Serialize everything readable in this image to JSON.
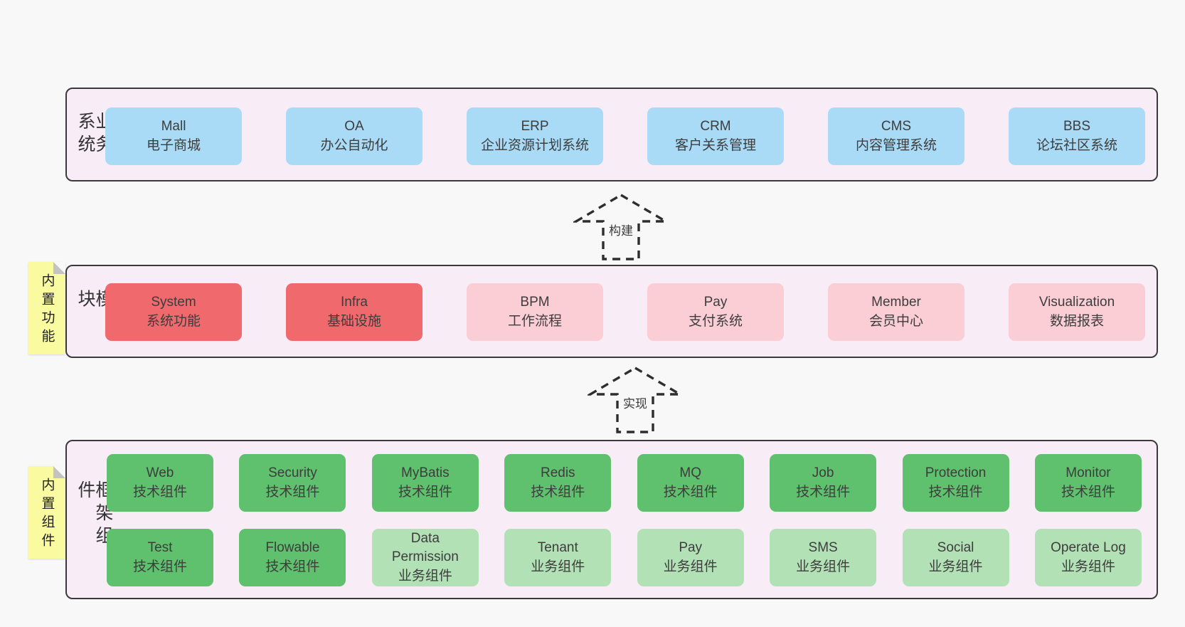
{
  "colors": {
    "page_bg": "#f8f8f8",
    "panel_bg": "#f8edf7",
    "panel_border": "#3a3a3a",
    "blue": "#a9dbf7",
    "red": "#ef696d",
    "pink": "#fbced5",
    "green_dark": "#5fc06d",
    "green_light": "#b3e1b6",
    "sticky_yellow": "#fafaa0",
    "text": "#3d3d3d"
  },
  "arrows": [
    {
      "label": "构建"
    },
    {
      "label": "实现"
    }
  ],
  "sections": [
    {
      "title": "业务系统",
      "sticky": null,
      "rows": [
        [
          {
            "name": "Mall",
            "desc": "电子商城",
            "color": "blue"
          },
          {
            "name": "OA",
            "desc": "办公自动化",
            "color": "blue"
          },
          {
            "name": "ERP",
            "desc": "企业资源计划系统",
            "color": "blue"
          },
          {
            "name": "CRM",
            "desc": "客户关系管理",
            "color": "blue"
          },
          {
            "name": "CMS",
            "desc": "内容管理系统",
            "color": "blue"
          },
          {
            "name": "BBS",
            "desc": "论坛社区系统",
            "color": "blue"
          }
        ]
      ]
    },
    {
      "title": "通用模块",
      "sticky": "内置功能",
      "rows": [
        [
          {
            "name": "System",
            "desc": "系统功能",
            "color": "red"
          },
          {
            "name": "Infra",
            "desc": "基础设施",
            "color": "red"
          },
          {
            "name": "BPM",
            "desc": "工作流程",
            "color": "pink"
          },
          {
            "name": "Pay",
            "desc": "支付系统",
            "color": "pink"
          },
          {
            "name": "Member",
            "desc": "会员中心",
            "color": "pink"
          },
          {
            "name": "Visualization",
            "desc": "数据报表",
            "color": "pink"
          }
        ]
      ]
    },
    {
      "title": "框架组件",
      "sticky": "内置组件",
      "rows": [
        [
          {
            "name": "Web",
            "desc": "技术组件",
            "color": "green_dark"
          },
          {
            "name": "Security",
            "desc": "技术组件",
            "color": "green_dark"
          },
          {
            "name": "MyBatis",
            "desc": "技术组件",
            "color": "green_dark"
          },
          {
            "name": "Redis",
            "desc": "技术组件",
            "color": "green_dark"
          },
          {
            "name": "MQ",
            "desc": "技术组件",
            "color": "green_dark"
          },
          {
            "name": "Job",
            "desc": "技术组件",
            "color": "green_dark"
          },
          {
            "name": "Protection",
            "desc": "技术组件",
            "color": "green_dark"
          },
          {
            "name": "Monitor",
            "desc": "技术组件",
            "color": "green_dark"
          }
        ],
        [
          {
            "name": "Test",
            "desc": "技术组件",
            "color": "green_dark"
          },
          {
            "name": "Flowable",
            "desc": "技术组件",
            "color": "green_dark"
          },
          {
            "name": "Data Permission",
            "desc": "业务组件",
            "color": "green_light"
          },
          {
            "name": "Tenant",
            "desc": "业务组件",
            "color": "green_light"
          },
          {
            "name": "Pay",
            "desc": "业务组件",
            "color": "green_light"
          },
          {
            "name": "SMS",
            "desc": "业务组件",
            "color": "green_light"
          },
          {
            "name": "Social",
            "desc": "业务组件",
            "color": "green_light"
          },
          {
            "name": "Operate Log",
            "desc": "业务组件",
            "color": "green_light"
          }
        ]
      ]
    }
  ]
}
